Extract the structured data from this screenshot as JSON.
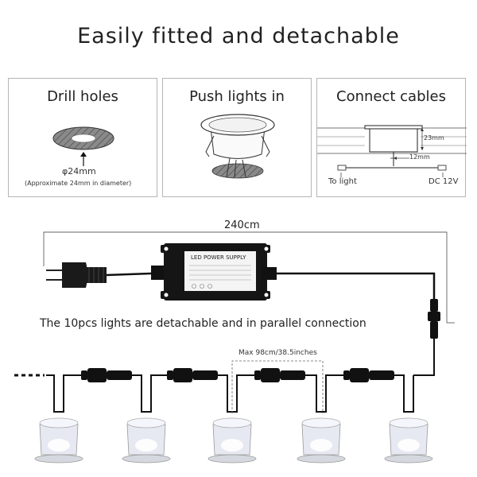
{
  "headline": "Easily fitted and detachable",
  "steps": [
    {
      "title": "Drill holes",
      "diameter": "φ24mm",
      "note": "(Approximate 24mm in diameter)"
    },
    {
      "title": "Push lights in"
    },
    {
      "title": "Connect cables",
      "depth": "23mm",
      "width": "12mm",
      "left_label": "To light",
      "right_label": "DC 12V"
    }
  ],
  "wiring": {
    "cable_length": "240cm",
    "psu_label": "LED POWER SUPPLY",
    "description": "The 10pcs lights are detachable and in parallel connection",
    "spacing": "Max 98cm/38.5inches"
  }
}
